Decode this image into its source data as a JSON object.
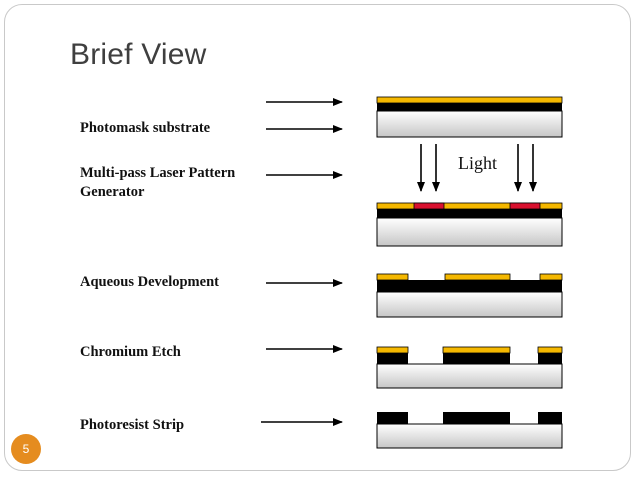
{
  "slide": {
    "title": "Brief View",
    "page_number": "5"
  },
  "steps": [
    {
      "label_line1": "Photomask substrate",
      "label_line2": ""
    },
    {
      "label_line1": "Multi-pass Laser Pattern",
      "label_line2": "Generator"
    },
    {
      "label_line1": "Aqueous Development",
      "label_line2": ""
    },
    {
      "label_line1": "Chromium Etch",
      "label_line2": ""
    },
    {
      "label_line1": "Photoresist Strip",
      "label_line2": ""
    }
  ],
  "exposure": {
    "label": "Light"
  },
  "colors": {
    "photoresist": "#f5b800",
    "exposed_resist": "#d9112f",
    "chromium": "#000000",
    "substrate_top": "#ffffff",
    "substrate_bottom": "#c8c8c8",
    "page_badge": "#e58c1f"
  }
}
